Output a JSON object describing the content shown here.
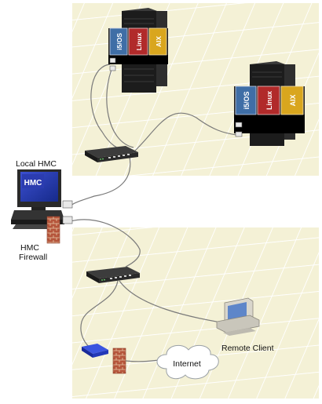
{
  "labels": {
    "local_hmc": "Local HMC",
    "hmc_line1": "HMC",
    "hmc_line2": "Firewall",
    "remote_client": "Remote Client",
    "internet": "Internet",
    "hmc_screen": "HMC"
  },
  "partitions": [
    {
      "name": "i5/OS",
      "color": "#3f6ea6"
    },
    {
      "name": "Linux",
      "color": "#b12a2a"
    },
    {
      "name": "AIX",
      "color": "#d9a61e"
    }
  ],
  "colors": {
    "floor": "#f4f1d6",
    "floor_grid": "#ffffff",
    "cable": "#7a7a7a",
    "firewall": "#b5553b",
    "router": "#2238b8"
  }
}
